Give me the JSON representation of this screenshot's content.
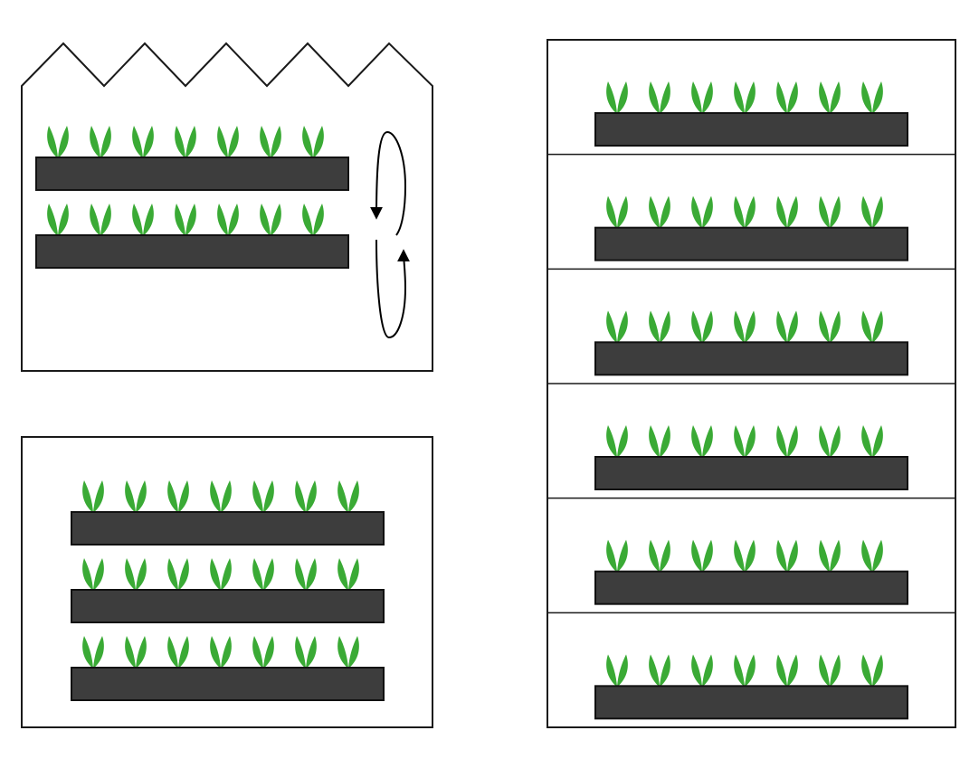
{
  "colors": {
    "tray": "#3d3d3d",
    "leaf": "#3aaa35",
    "outline": "#1a1a1a",
    "background": "#ffffff"
  },
  "panels": {
    "greenhouse": {
      "name": "greenhouse-panel",
      "trays": 2,
      "plants_per_tray": 7,
      "has_airflow": true
    },
    "indoor": {
      "name": "indoor-room-panel",
      "trays": 3,
      "plants_per_tray": 7
    },
    "vertical": {
      "name": "vertical-farm-panel",
      "shelves": 6,
      "plants_per_tray": 7
    }
  }
}
